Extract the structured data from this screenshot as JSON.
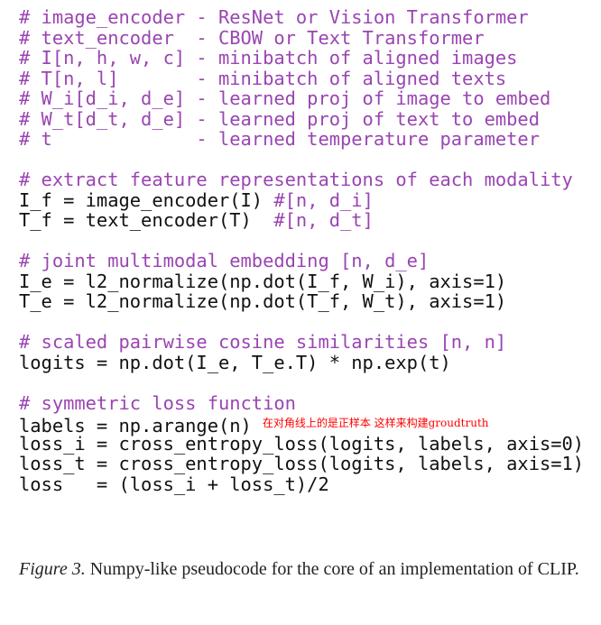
{
  "code": {
    "lines": [
      {
        "comment": "# image_encoder - ResNet or Vision Transformer"
      },
      {
        "comment": "# text_encoder  - CBOW or Text Transformer"
      },
      {
        "comment": "# I[n, h, w, c] - minibatch of aligned images"
      },
      {
        "comment": "# T[n, l]       - minibatch of aligned texts"
      },
      {
        "comment": "# W_i[d_i, d_e] - learned proj of image to embed"
      },
      {
        "comment": "# W_t[d_t, d_e] - learned proj of text to embed"
      },
      {
        "comment": "# t             - learned temperature parameter"
      },
      {},
      {
        "comment": "# extract feature representations of each modality"
      },
      {
        "code": "I_f = image_encoder(I) ",
        "comment": "#[n, d_i]"
      },
      {
        "code": "T_f = text_encoder(T)  ",
        "comment": "#[n, d_t]"
      },
      {},
      {
        "comment": "# joint multimodal embedding [n, d_e]"
      },
      {
        "code": "I_e = l2_normalize(np.dot(I_f, W_i), axis=1)"
      },
      {
        "code": "T_e = l2_normalize(np.dot(T_f, W_t), axis=1)"
      },
      {},
      {
        "comment": "# scaled pairwise cosine similarities [n, n]"
      },
      {
        "code": "logits = np.dot(I_e, T_e.T) * np.exp(t)"
      },
      {},
      {
        "comment": "# symmetric loss function"
      },
      {
        "code": "labels = np.arange(n)",
        "annotation": "在对角线上的是正样本 这样来构建groudtruth"
      },
      {
        "code": "loss_i = cross_entropy_loss(logits, labels, axis=0)"
      },
      {
        "code": "loss_t = cross_entropy_loss(logits, labels, axis=1)"
      },
      {
        "code": "loss   = (loss_i + loss_t)/2"
      }
    ]
  },
  "caption": {
    "label": "Figure 3.",
    "text": " Numpy-like pseudocode for the core of an implementation of CLIP."
  }
}
